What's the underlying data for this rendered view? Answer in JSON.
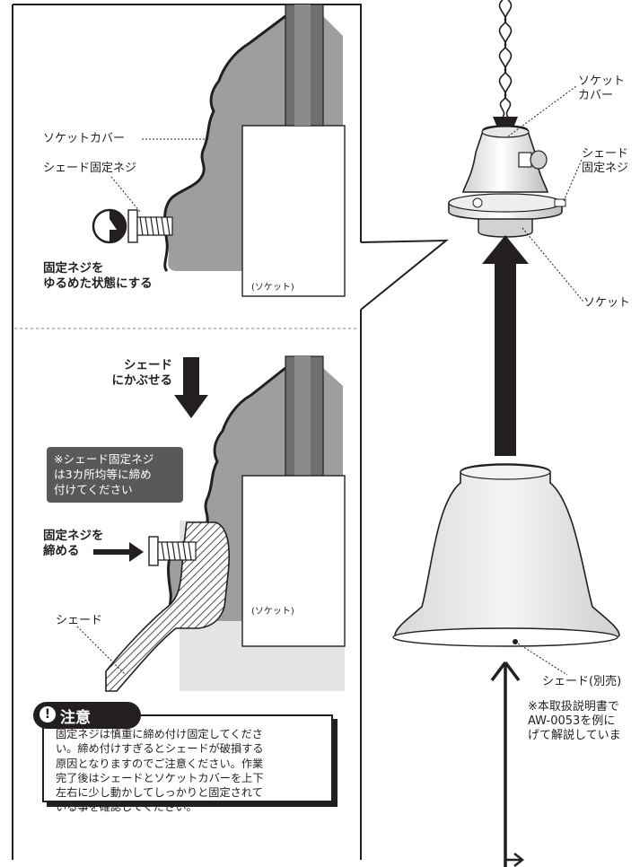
{
  "left_panel": {
    "top": {
      "socket_cover": "ソケットカバー",
      "shade_screw": "シェード固定ネジ",
      "instruction": "固定ネジを\nゆるめた状態にする",
      "socket": "(ソケット)"
    },
    "bottom": {
      "put_on_shade": "シェード\nにかぶせる",
      "note": "※シェード固定ネジ\nは3カ所均等に締め\n付けてください",
      "tighten": "固定ネジを\n締める",
      "shade": "シェード",
      "socket": "(ソケット)"
    }
  },
  "caution": {
    "title": "注意",
    "icon": "exclamation-icon",
    "body": "固定ネジは慎重に締め付け固定してくださ\nい。締め付けすぎるとシェードが破損する\n原因となりますのでご注意ください。作業\n完了後はシェードとソケットカバーを上下\n左右に少し動かしてしっかりと固定されて\nいる事を確認してください。"
  },
  "right_panel": {
    "socket_cover": "ソケット\nカバー",
    "shade_screw": "シェード\n固定ネジ",
    "socket": "ソケット",
    "shade_sold_separately": "シェード(別売)",
    "footnote": "※本取扱説明書で\nAW-0053を例に\nげて解説していま"
  },
  "colors": {
    "ink": "#231f20",
    "grey_socket": "#9d9e9f",
    "light_bg": "#e3e4e4",
    "note_bg": "#58595b"
  }
}
